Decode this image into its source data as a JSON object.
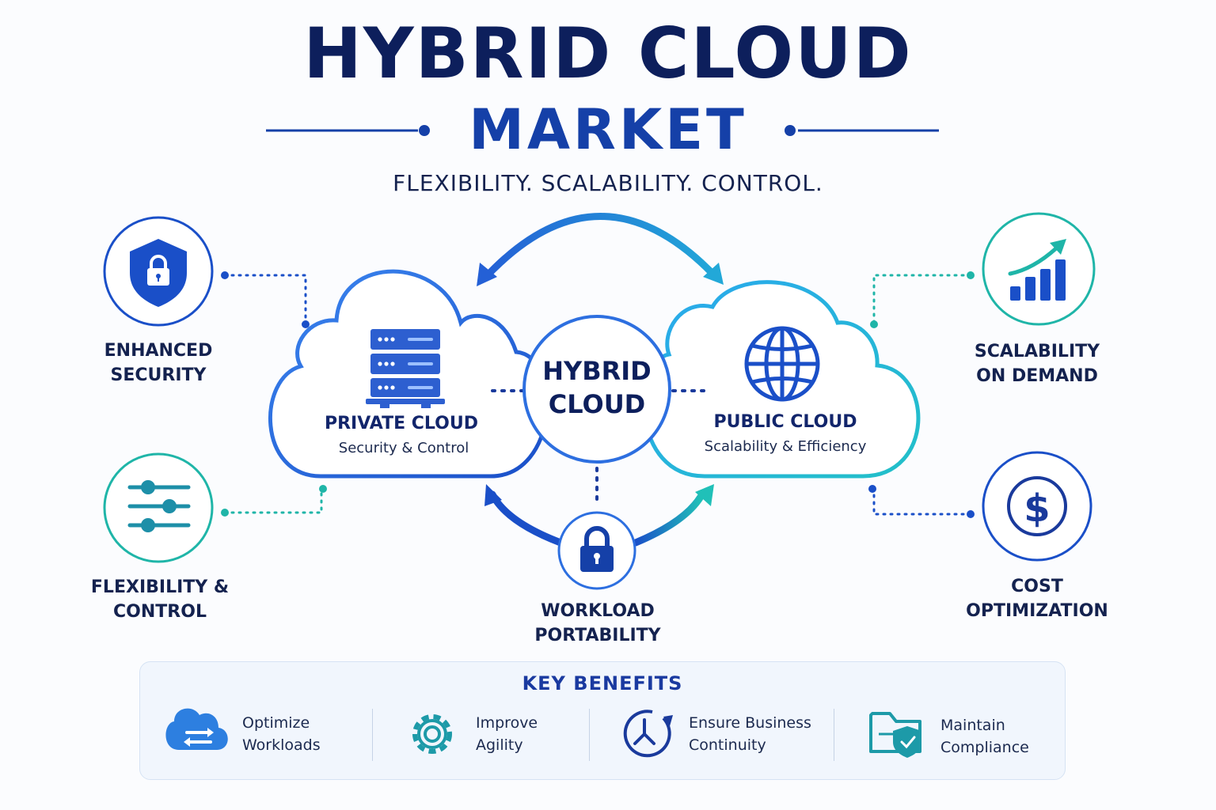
{
  "title": {
    "line1": "HYBRID CLOUD",
    "line2": "MARKET"
  },
  "tagline": "FLEXIBILITY. SCALABILITY. CONTROL.",
  "features": {
    "enhanced_security": {
      "line1": "ENHANCED",
      "line2": "SECURITY",
      "icon": "shield-lock-icon"
    },
    "flexibility_control": {
      "line1": "FLEXIBILITY &",
      "line2": "CONTROL",
      "icon": "sliders-icon"
    },
    "scalability": {
      "line1": "SCALABILITY",
      "line2": "ON DEMAND",
      "icon": "growth-chart-icon"
    },
    "cost": {
      "line1": "COST",
      "line2": "OPTIMIZATION",
      "icon": "dollar-icon"
    },
    "workload": {
      "line1": "WORKLOAD",
      "line2": "PORTABILITY",
      "icon": "padlock-icon"
    }
  },
  "private_cloud": {
    "title": "PRIVATE CLOUD",
    "subtitle": "Security & Control",
    "icon": "server-rack-icon"
  },
  "public_cloud": {
    "title": "PUBLIC CLOUD",
    "subtitle": "Scalability & Efficiency",
    "icon": "globe-icon"
  },
  "hub": {
    "line1": "HYBRID",
    "line2": "CLOUD"
  },
  "benefits": {
    "title": "KEY BENEFITS",
    "items": [
      {
        "line1": "Optimize",
        "line2": "Workloads",
        "icon": "cloud-sync-icon"
      },
      {
        "line1": "Improve",
        "line2": "Agility",
        "icon": "gear-icon"
      },
      {
        "line1": "Ensure Business",
        "line2": "Continuity",
        "icon": "clock-icon"
      },
      {
        "line1": "Maintain",
        "line2": "Compliance",
        "icon": "folder-shield-icon"
      }
    ]
  },
  "colors": {
    "navy": "#0d1f5c",
    "royal_blue": "#1540a8",
    "bright_blue": "#2d6fe0",
    "teal": "#1fb5b5",
    "panel_bg": "#f1f6fd"
  }
}
